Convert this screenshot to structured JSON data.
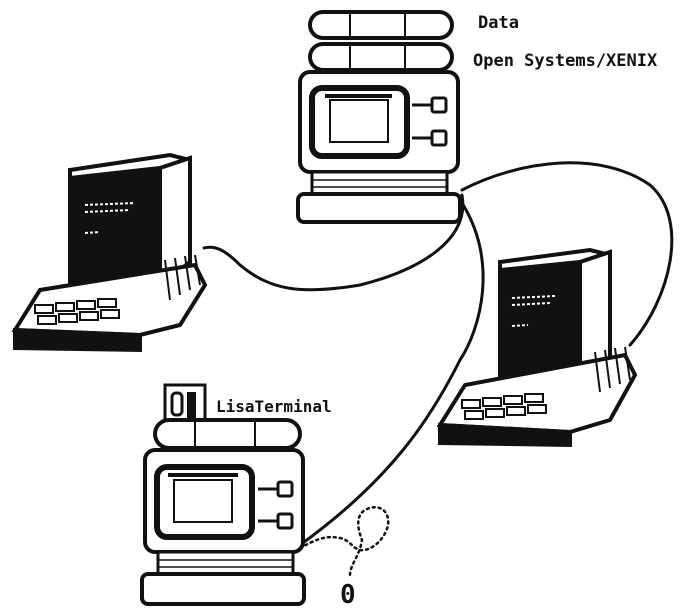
{
  "labels": {
    "data": "Data",
    "server_os": "Open Systems/XENIX",
    "terminal_app": "LisaTerminal"
  },
  "icons": {
    "app_icon_glyph": "0|",
    "mouse_label": "0"
  },
  "colors": {
    "ink": "#111111",
    "paper": "#ffffff"
  }
}
